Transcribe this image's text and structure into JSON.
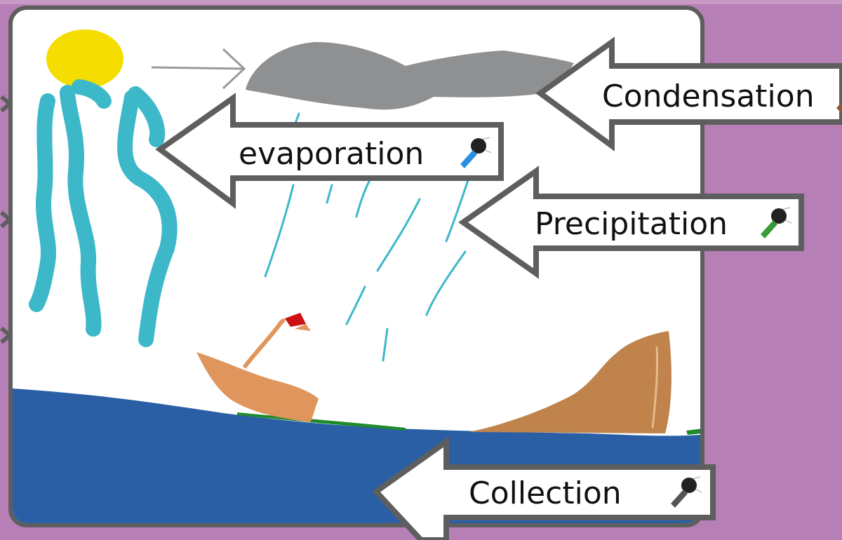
{
  "labels": {
    "condensation": "Condensation",
    "evaporation": "evaporation",
    "precipitation": "Precipitation",
    "collection": "Collection"
  },
  "icons": {
    "mic": "microphone-icon",
    "arrow": "left-arrow-icon"
  },
  "colors": {
    "background": "#b67fb5",
    "board_border": "#5e5e5e",
    "sun": "#f5dd00",
    "vapor": "#3cb8c8",
    "cloud": "#8f9092",
    "rain": "#3cb8c8",
    "water": "#2a5fa6",
    "land_right": "#c0834c",
    "boat": "#e0955c",
    "flag": "#cc1111",
    "mic_blue": "#2a8fe0",
    "mic_green": "#3a9a3a",
    "mic_brown": "#8a5a3a",
    "mic_gray": "#555555"
  }
}
